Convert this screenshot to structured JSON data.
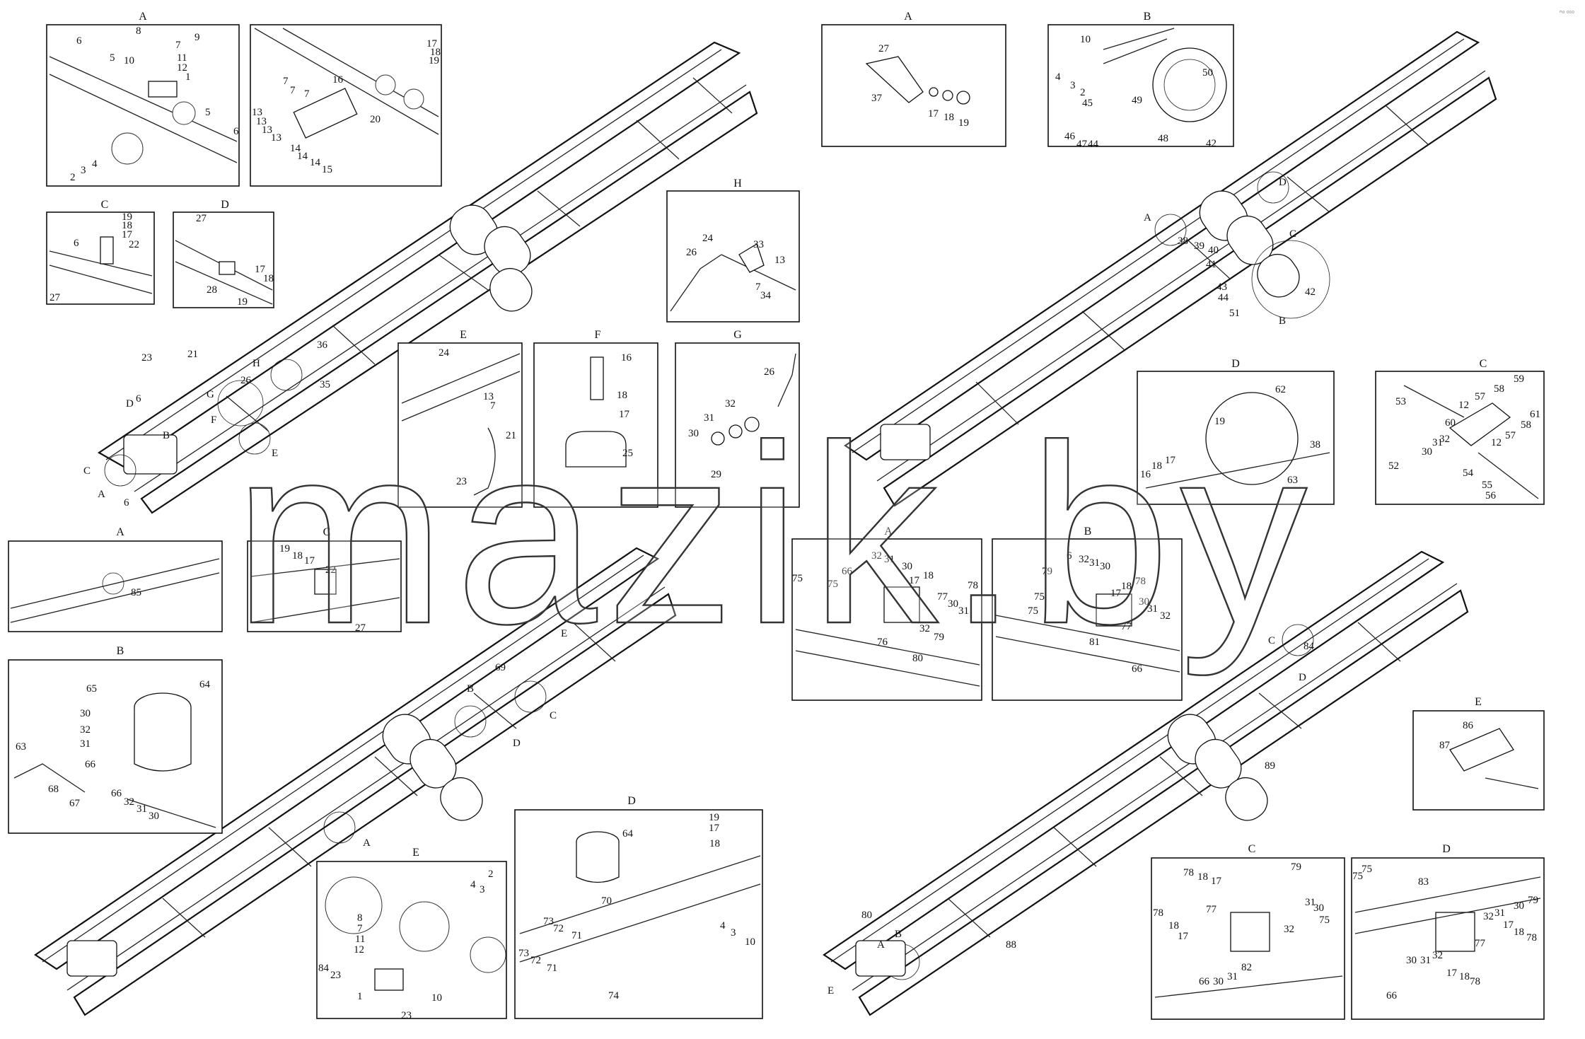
{
  "watermark": "mazik.by",
  "corner_mark": "ₙ₀ ₀₀₀",
  "panels": [
    {
      "id": "tl-A",
      "title": "A",
      "labels": [
        "8",
        "9",
        "6",
        "5",
        "7",
        "10",
        "11",
        "12",
        "1",
        "5",
        "6",
        "4",
        "3",
        "2"
      ]
    },
    {
      "id": "tl-A2",
      "title": "",
      "labels": [
        "17",
        "18",
        "19",
        "7",
        "16",
        "7",
        "13",
        "13",
        "13",
        "13",
        "7",
        "20",
        "14",
        "14",
        "14",
        "15"
      ]
    },
    {
      "id": "tl-C",
      "title": "C",
      "labels": [
        "19",
        "18",
        "17",
        "6",
        "22",
        "27"
      ]
    },
    {
      "id": "tl-D",
      "title": "D",
      "labels": [
        "27",
        "28",
        "17",
        "18",
        "19"
      ]
    },
    {
      "id": "tr-A",
      "title": "A",
      "labels": [
        "27",
        "37",
        "17",
        "18",
        "19"
      ]
    },
    {
      "id": "tr-B",
      "title": "B",
      "labels": [
        "10",
        "4",
        "3",
        "2",
        "50",
        "45",
        "49",
        "46",
        "47",
        "44",
        "48",
        "42"
      ]
    },
    {
      "id": "mid-H",
      "title": "H",
      "labels": [
        "24",
        "33",
        "26",
        "13",
        "7",
        "34"
      ]
    },
    {
      "id": "mid-E",
      "title": "E",
      "labels": [
        "24",
        "13",
        "7",
        "21",
        "23"
      ]
    },
    {
      "id": "mid-F",
      "title": "F",
      "labels": [
        "16",
        "18",
        "17",
        "25"
      ]
    },
    {
      "id": "mid-G",
      "title": "G",
      "labels": [
        "26",
        "32",
        "31",
        "30",
        "29"
      ]
    },
    {
      "id": "mr-D",
      "title": "D",
      "labels": [
        "62",
        "19",
        "38",
        "18",
        "17",
        "16",
        "63"
      ]
    },
    {
      "id": "mr-C",
      "title": "C",
      "labels": [
        "53",
        "59",
        "58",
        "57",
        "60",
        "12",
        "61",
        "58",
        "32",
        "31",
        "30",
        "52",
        "57",
        "12",
        "54",
        "55",
        "56"
      ]
    },
    {
      "id": "bl-A",
      "title": "A",
      "labels": [
        "85"
      ]
    },
    {
      "id": "bl-C",
      "title": "C",
      "labels": [
        "19",
        "18",
        "17",
        "22",
        "27"
      ]
    },
    {
      "id": "bl-B",
      "title": "B",
      "labels": [
        "65",
        "64",
        "30",
        "32",
        "31",
        "66",
        "63",
        "68",
        "67",
        "66",
        "32",
        "31",
        "30"
      ]
    },
    {
      "id": "bc-E",
      "title": "E",
      "labels": [
        "2",
        "4",
        "3",
        "8",
        "7",
        "11",
        "12",
        "1",
        "84",
        "23",
        "10",
        "23"
      ]
    },
    {
      "id": "bc-D",
      "title": "D",
      "labels": [
        "64",
        "19",
        "17",
        "18",
        "70",
        "73",
        "72",
        "71",
        "73",
        "72",
        "71",
        "4",
        "3",
        "10",
        "74"
      ]
    },
    {
      "id": "mc-A",
      "title": "A",
      "labels": [
        "66",
        "32",
        "31",
        "30",
        "75",
        "75",
        "17",
        "18",
        "78",
        "76",
        "77",
        "30",
        "31",
        "32",
        "79",
        "80"
      ]
    },
    {
      "id": "mc-B",
      "title": "B",
      "labels": [
        "79",
        "6",
        "32",
        "31",
        "30",
        "75",
        "75",
        "17",
        "18",
        "78",
        "30",
        "31",
        "32",
        "81",
        "77",
        "66"
      ]
    },
    {
      "id": "br-E",
      "title": "E",
      "labels": [
        "86",
        "87"
      ]
    },
    {
      "id": "br-C",
      "title": "C",
      "labels": [
        "78",
        "18",
        "17",
        "79",
        "77",
        "78",
        "18",
        "17",
        "31",
        "30",
        "75",
        "32",
        "82",
        "66",
        "30",
        "31"
      ]
    },
    {
      "id": "br-D",
      "title": "D",
      "labels": [
        "75",
        "75",
        "83",
        "79",
        "30",
        "32",
        "31",
        "17",
        "18",
        "78",
        "77",
        "32",
        "31",
        "30",
        "66",
        "17",
        "18",
        "78"
      ]
    }
  ],
  "frames": [
    {
      "id": "frame-top-left",
      "labels": [
        "23",
        "21",
        "36",
        "26",
        "H",
        "35",
        "G",
        "D",
        "6",
        "F",
        "E",
        "C",
        "B",
        "A",
        "6"
      ]
    },
    {
      "id": "frame-top-right",
      "labels": [
        "A",
        "38",
        "39",
        "40",
        "41",
        "43",
        "44",
        "D",
        "C",
        "42",
        "51",
        "B"
      ]
    },
    {
      "id": "frame-bottom-left",
      "labels": [
        "E",
        "69",
        "B",
        "C",
        "D",
        "A"
      ]
    },
    {
      "id": "frame-bottom-right",
      "labels": [
        "C",
        "84",
        "D",
        "89",
        "80",
        "B",
        "A",
        "E",
        "88"
      ]
    }
  ]
}
